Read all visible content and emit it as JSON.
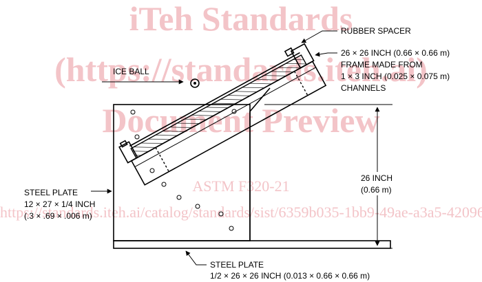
{
  "watermark": {
    "line1": "iTeh Standards",
    "line2": "(https://standards.iteh.ai)",
    "line3": "Document Preview",
    "standard": "ASTM F320-21",
    "url": "https://standards.iteh.ai/catalog/standards/sist/6359b035-1bb9-49ae-a3a5-42096"
  },
  "labels": {
    "rubber_spacer": "RUBBER SPACER",
    "ice_ball": "ICE BALL",
    "frame_line1": "26 × 26 INCH (0.66 × 0.66 m)",
    "frame_line2": "FRAME MADE FROM",
    "frame_line3": "1 × 3 INCH (0.025 × 0.075 m)",
    "frame_line4": "CHANNELS",
    "height_line1": "26 INCH",
    "height_line2": "(0.66 m)",
    "side_plate_line1": "STEEL PLATE",
    "side_plate_line2": "12 × 27 × 1/4 INCH",
    "side_plate_line3": "(.3 × .69 × .006 m)",
    "base_plate_line1": "STEEL PLATE",
    "base_plate_line2": "1/2 × 26 × 26 INCH (0.013 × 0.66 × 0.66 m)"
  }
}
